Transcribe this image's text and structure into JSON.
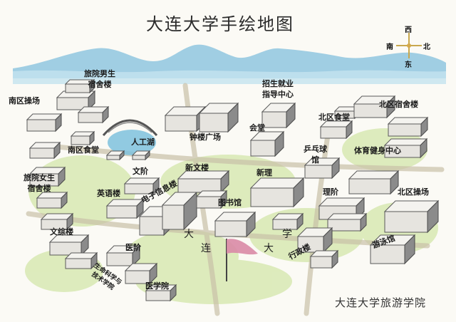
{
  "title": "大连大学手绘地图",
  "credit": "大连大学旅游学院",
  "compass": {
    "top": "西",
    "left": "南",
    "right": "北",
    "bottom": "东"
  },
  "road": [
    "大",
    "连",
    "大",
    "学"
  ],
  "labels": [
    {
      "id": "south-field",
      "text": "南区操场"
    },
    {
      "id": "hostel-male",
      "text": "旅院男生\n宿舍楼"
    },
    {
      "id": "south-canteen",
      "text": "南区食堂"
    },
    {
      "id": "lake",
      "text": "人工湖"
    },
    {
      "id": "hostel-female",
      "text": "旅院女生\n宿舍楼"
    },
    {
      "id": "wenjie",
      "text": "文阶"
    },
    {
      "id": "english",
      "text": "英语楼"
    },
    {
      "id": "electronic",
      "text": "电子信息楼"
    },
    {
      "id": "wenzong",
      "text": "文综楼"
    },
    {
      "id": "clock-square",
      "text": "钟楼广场"
    },
    {
      "id": "xinwen",
      "text": "新文楼"
    },
    {
      "id": "admission",
      "text": "招生就业\n指导中心"
    },
    {
      "id": "auditorium",
      "text": "会堂"
    },
    {
      "id": "xinli",
      "text": "新理"
    },
    {
      "id": "library",
      "text": "图书馆"
    },
    {
      "id": "yijie",
      "text": "医阶"
    },
    {
      "id": "life-science",
      "text": "生命科学与\n技术学院"
    },
    {
      "id": "medical",
      "text": "医学院"
    },
    {
      "id": "north-canteen",
      "text": "北区食堂"
    },
    {
      "id": "north-dorm",
      "text": "北区宿舍楼"
    },
    {
      "id": "pingpong",
      "text": "乒乓球\n馆"
    },
    {
      "id": "gym",
      "text": "体育健身中心"
    },
    {
      "id": "lijie",
      "text": "理阶"
    },
    {
      "id": "north-field",
      "text": "北区操场"
    },
    {
      "id": "swimming",
      "text": "游泳馆"
    },
    {
      "id": "admin",
      "text": "行政楼"
    }
  ],
  "colors": {
    "mountain": "#8fc6df",
    "mountain_light": "#c4e4ef",
    "grass": "#d3e6a9",
    "building": "#6d6d6d",
    "flag": "#d98aa6"
  }
}
